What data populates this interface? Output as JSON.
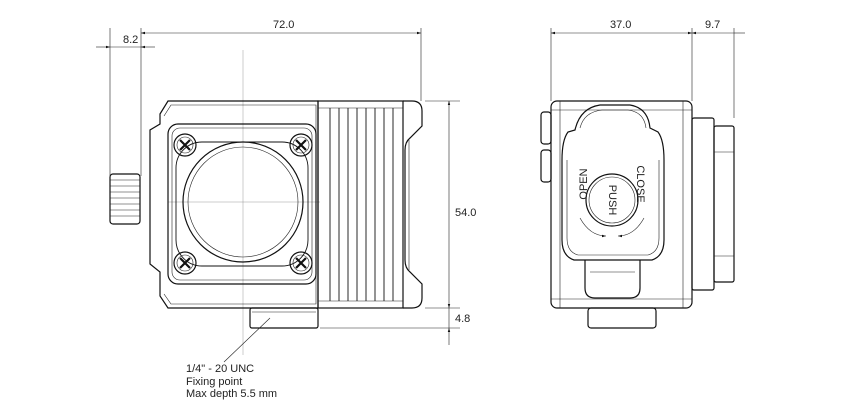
{
  "dimensions": {
    "width_total": "72.0",
    "left_offset": "8.2",
    "height": "54.0",
    "bottom_offset": "4.8",
    "depth": "37.0",
    "depth_extra": "9.7"
  },
  "annotation": {
    "line1": "1/4\" - 20 UNC",
    "line2": "Fixing point",
    "line3": "Max depth 5.5 mm"
  },
  "labels": {
    "close": "CLOSE",
    "open": "OPEN",
    "push": "PUSH"
  }
}
